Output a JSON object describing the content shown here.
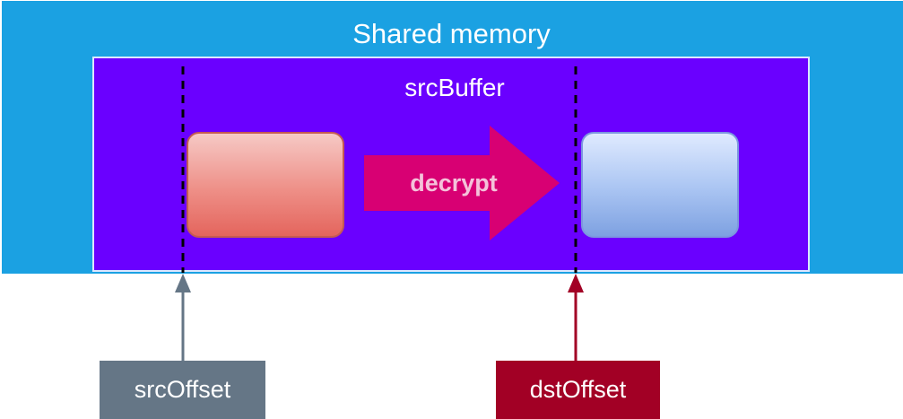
{
  "diagram": {
    "shared_memory_label": "Shared memory",
    "src_buffer_label": "srcBuffer",
    "operation_label": "decrypt",
    "src_offset_label": "srcOffset",
    "dst_offset_label": "dstOffset"
  },
  "colors": {
    "shared_memory": "#1ba1e2",
    "src_buffer": "#6a00ff",
    "decrypt_arrow": "#d80073",
    "src_offset": "#657686",
    "dst_offset": "#a20025"
  },
  "icons": {
    "src_pointer": "arrow-up-icon",
    "dst_pointer": "arrow-up-icon",
    "operation": "arrow-right-icon"
  }
}
